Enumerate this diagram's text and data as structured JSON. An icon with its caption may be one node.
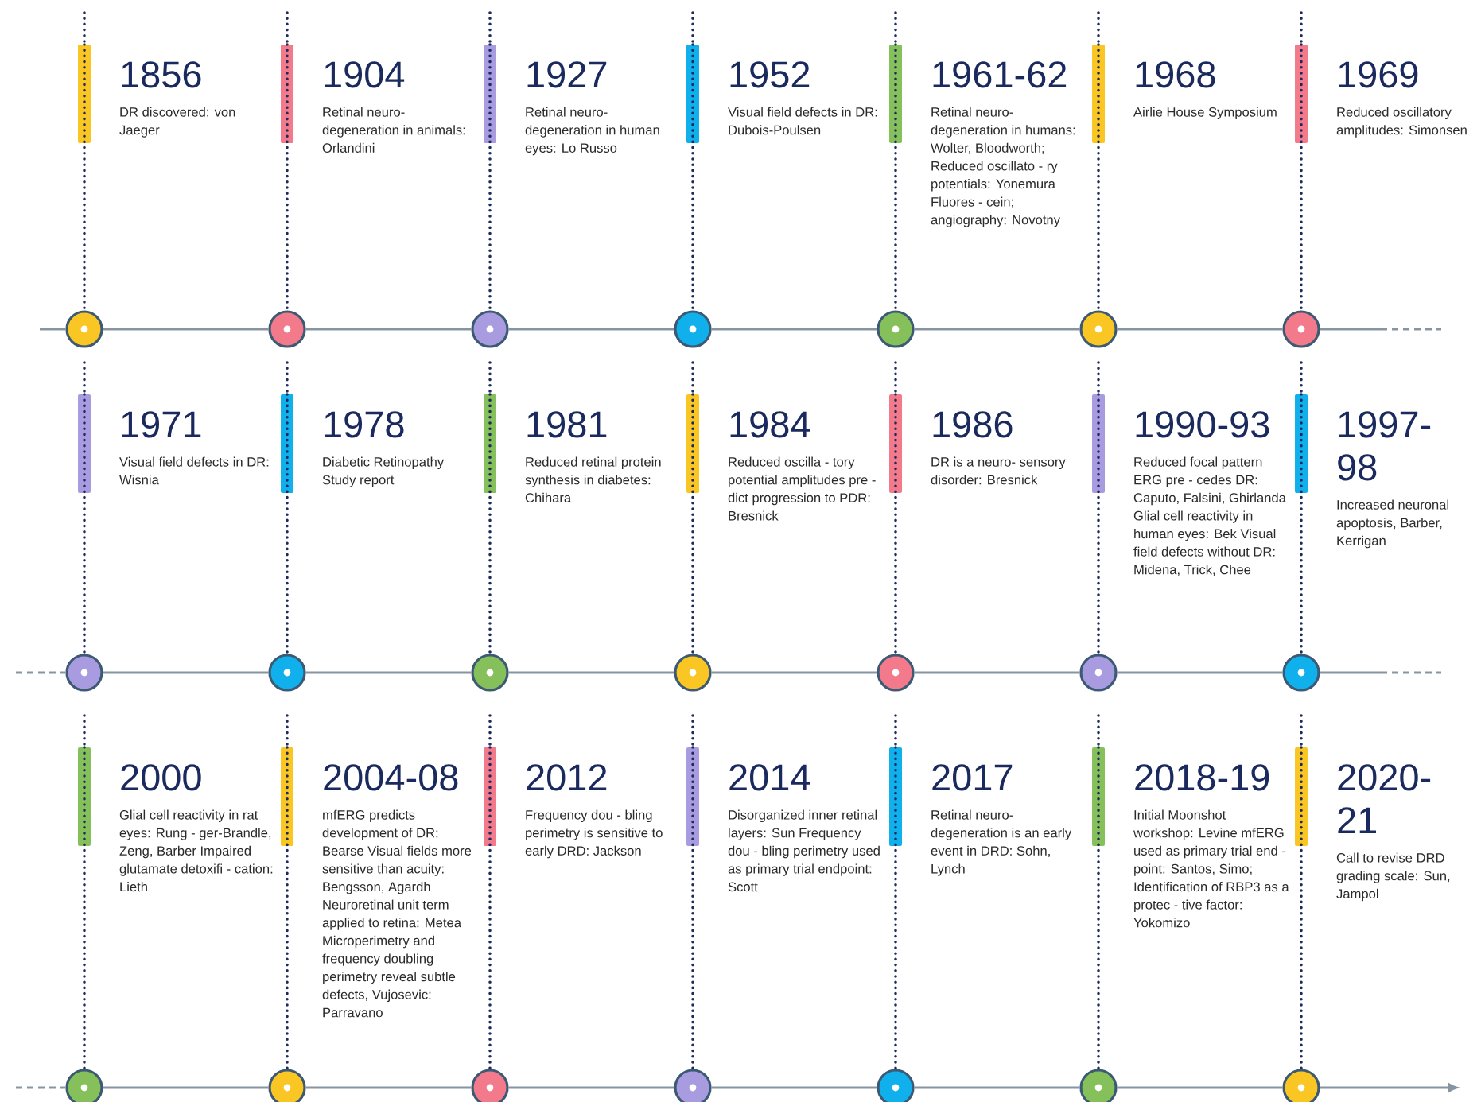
{
  "diagram": {
    "nodes": [
      {
        "text": [
          "1856",
          "DR discovered: von Jaeger"
        ]
      },
      {
        "text": [
          "1904",
          "Retinal neuro- degeneration in animals: Orlandini"
        ]
      },
      {
        "text": [
          "1927",
          "Retinal neuro- degeneration in human eyes: Lo Russo"
        ]
      },
      {
        "text": [
          "1952",
          "Visual field defects in DR: Dubois-Poulsen"
        ]
      },
      {
        "text": [
          "1961-62",
          "Retinal neuro- degeneration in humans: Wolter, Bloodworth; Reduced oscillato - ry potentials: Yonemura Fluores - cein; angiography: Novotny"
        ]
      },
      {
        "text": [
          "1968",
          "Airlie House Symposium"
        ]
      },
      {
        "text": [
          "1969",
          "Reduced oscillatory amplitudes: Simonsen"
        ]
      },
      {
        "text": [
          "1971",
          "Visual field defects in DR: Wisnia"
        ]
      },
      {
        "text": [
          "1978",
          "Diabetic Retinopathy Study report"
        ]
      },
      {
        "text": [
          "1981",
          "Reduced retinal protein synthesis in diabetes: Chihara"
        ]
      },
      {
        "text": [
          "1984",
          "Reduced oscilla - tory potential amplitudes pre - dict progression to PDR: Bresnick"
        ]
      },
      {
        "text": [
          "1986",
          "DR is a neuro- sensory disorder: Bresnick"
        ]
      },
      {
        "text": [
          "1990-93",
          "Reduced focal pattern ERG pre - cedes DR: Caputo, Falsini, Ghirlanda Glial cell reactivity in human eyes: Bek Visual field defects without DR: Midena, Trick, Chee"
        ]
      },
      {
        "text": [
          "1997-98",
          "Increased neuronal apoptosis, Barber, Kerrigan"
        ]
      },
      {
        "text": [
          "2000",
          "Glial cell reactivity in rat eyes: Rung - ger-Brandle, Zeng, Barber Impaired glutamate detoxifi - cation: Lieth"
        ]
      },
      {
        "text": [
          "2004-08",
          "mfERG predicts development of DR: Bearse Visual fields more sensitive than acuity: Bengsson, Agardh Neuroretinal unit term applied to retina: Metea Microperimetry and frequency doubling perimetry reveal subtle defects, Vujosevic: Parravano"
        ]
      },
      {
        "text": [
          "2012",
          "Frequency dou - bling perimetry is sensitive to early DRD: Jackson"
        ]
      },
      {
        "text": [
          "2014",
          "Disorganized inner retinal layers: Sun Frequency dou - bling perimetry used as primary trial endpoint: Scott"
        ]
      },
      {
        "text": [
          "2017",
          "Retinal neuro- degeneration is an early event in DRD: Sohn, Lynch"
        ]
      },
      {
        "text": [
          "2018-19",
          "Initial Moonshot workshop: Levine mfERG used as primary trial end - point: Santos, Simo; Identification of RBP3 as a protec - tive factor: Yokomizo"
        ]
      },
      {
        "text": [
          "2020-21",
          "Call to revise DRD grading scale: Sun, Jampol"
        ]
      },
      {
        "text": [],
        "shape": "circle"
      },
      {
        "text": [],
        "shape": "circle"
      },
      {
        "text": [],
        "shape": "circle"
      },
      {
        "text": [],
        "shape": "circle"
      },
      {
        "text": [],
        "shape": "circle"
      },
      {
        "text": [],
        "shape": "circle"
      },
      {
        "text": [],
        "shape": "circle"
      },
      {
        "text": [],
        "shape": "circle"
      },
      {
        "text": [],
        "shape": "circle"
      },
      {
        "text": [],
        "shape": "circle"
      },
      {
        "text": [],
        "shape": "circle"
      },
      {
        "text": [],
        "shape": "circle"
      },
      {
        "text": [],
        "shape": "circle"
      },
      {
        "text": [],
        "shape": "circle"
      },
      {
        "text": [],
        "shape": "circle"
      },
      {
        "text": [],
        "shape": "circle"
      },
      {
        "text": [],
        "shape": "circle"
      },
      {
        "text": [],
        "shape": "circle"
      },
      {
        "text": [],
        "shape": "circle"
      },
      {
        "text": [],
        "shape": "circle"
      },
      {
        "text": [],
        "shape": "circle"
      }
    ],
    "edges": [
      {
        "from": 0,
        "to": 21,
        "arrow": "none",
        "style": "dashed"
      },
      {
        "from": 1,
        "to": 22,
        "arrow": "none",
        "style": "dashed"
      },
      {
        "from": 2,
        "to": 23,
        "arrow": "none",
        "style": "dashed"
      },
      {
        "from": 3,
        "to": 24,
        "arrow": "none",
        "style": "dashed"
      },
      {
        "from": 4,
        "to": 25,
        "arrow": "none",
        "style": "dashed"
      },
      {
        "from": 5,
        "to": 26,
        "arrow": "none",
        "style": "dashed"
      },
      {
        "from": 6,
        "to": 27,
        "arrow": "none",
        "style": "dashed"
      },
      {
        "from": 7,
        "to": 28,
        "arrow": "none",
        "style": "dashed"
      },
      {
        "from": 8,
        "to": 29,
        "arrow": "none",
        "style": "dashed"
      },
      {
        "from": 9,
        "to": 30,
        "arrow": "none",
        "style": "dashed"
      },
      {
        "from": 10,
        "to": 31,
        "arrow": "none",
        "style": "dashed"
      },
      {
        "from": 11,
        "to": 32,
        "arrow": "none",
        "style": "dashed"
      },
      {
        "from": 12,
        "to": 33,
        "arrow": "none",
        "style": "dashed"
      },
      {
        "from": 13,
        "to": 34,
        "arrow": "none",
        "style": "dashed"
      },
      {
        "from": 14,
        "to": 35,
        "arrow": "none",
        "style": "dashed"
      },
      {
        "from": 15,
        "to": 36,
        "arrow": "none",
        "style": "dashed"
      },
      {
        "from": 16,
        "to": 37,
        "arrow": "none",
        "style": "dashed"
      },
      {
        "from": 17,
        "to": 38,
        "arrow": "none",
        "style": "dashed"
      },
      {
        "from": 18,
        "to": 39,
        "arrow": "none",
        "style": "dashed"
      },
      {
        "from": 19,
        "to": 40,
        "arrow": "none",
        "style": "dashed"
      },
      {
        "from": 20,
        "to": 41,
        "arrow": "none",
        "style": "dashed"
      },
      {
        "from": 21,
        "to": 22,
        "arrow": "none",
        "color": "#8795a2"
      },
      {
        "from": 22,
        "to": 23,
        "arrow": "none",
        "color": "#8795a2"
      },
      {
        "from": 23,
        "to": 24,
        "arrow": "none",
        "color": "#8795a2"
      },
      {
        "from": 24,
        "to": 25,
        "arrow": "none",
        "color": "#8795a2"
      },
      {
        "from": 25,
        "to": 26,
        "arrow": "none",
        "color": "#8795a2"
      },
      {
        "from": 26,
        "to": 27,
        "arrow": "none",
        "color": "#8795a2"
      },
      {
        "from": 28,
        "to": 29,
        "arrow": "none",
        "color": "#8795a2"
      },
      {
        "from": 29,
        "to": 30,
        "arrow": "none",
        "color": "#8795a2"
      },
      {
        "from": 30,
        "to": 31,
        "arrow": "none",
        "color": "#8795a2"
      },
      {
        "from": 31,
        "to": 32,
        "arrow": "none",
        "color": "#8795a2"
      },
      {
        "from": 32,
        "to": 33,
        "arrow": "none",
        "color": "#8795a2"
      },
      {
        "from": 33,
        "to": 34,
        "arrow": "none",
        "color": "#8795a2"
      },
      {
        "from": 35,
        "to": 36,
        "arrow": "none",
        "color": "#8795a2"
      },
      {
        "from": 36,
        "to": 37,
        "arrow": "none",
        "color": "#8795a2"
      },
      {
        "from": 37,
        "to": 38,
        "arrow": "none",
        "color": "#8795a2"
      },
      {
        "from": 38,
        "to": 39,
        "arrow": "none",
        "color": "#8795a2"
      },
      {
        "from": 39,
        "to": 40,
        "arrow": "none",
        "color": "#8795a2"
      },
      {
        "from": 40,
        "to": 41,
        "arrow": "none",
        "color": "#8795a2"
      },
      {
        "from": 41,
        "to": null,
        "arrow": "to",
        "color": "#8795a2"
      }
    ]
  }
}
